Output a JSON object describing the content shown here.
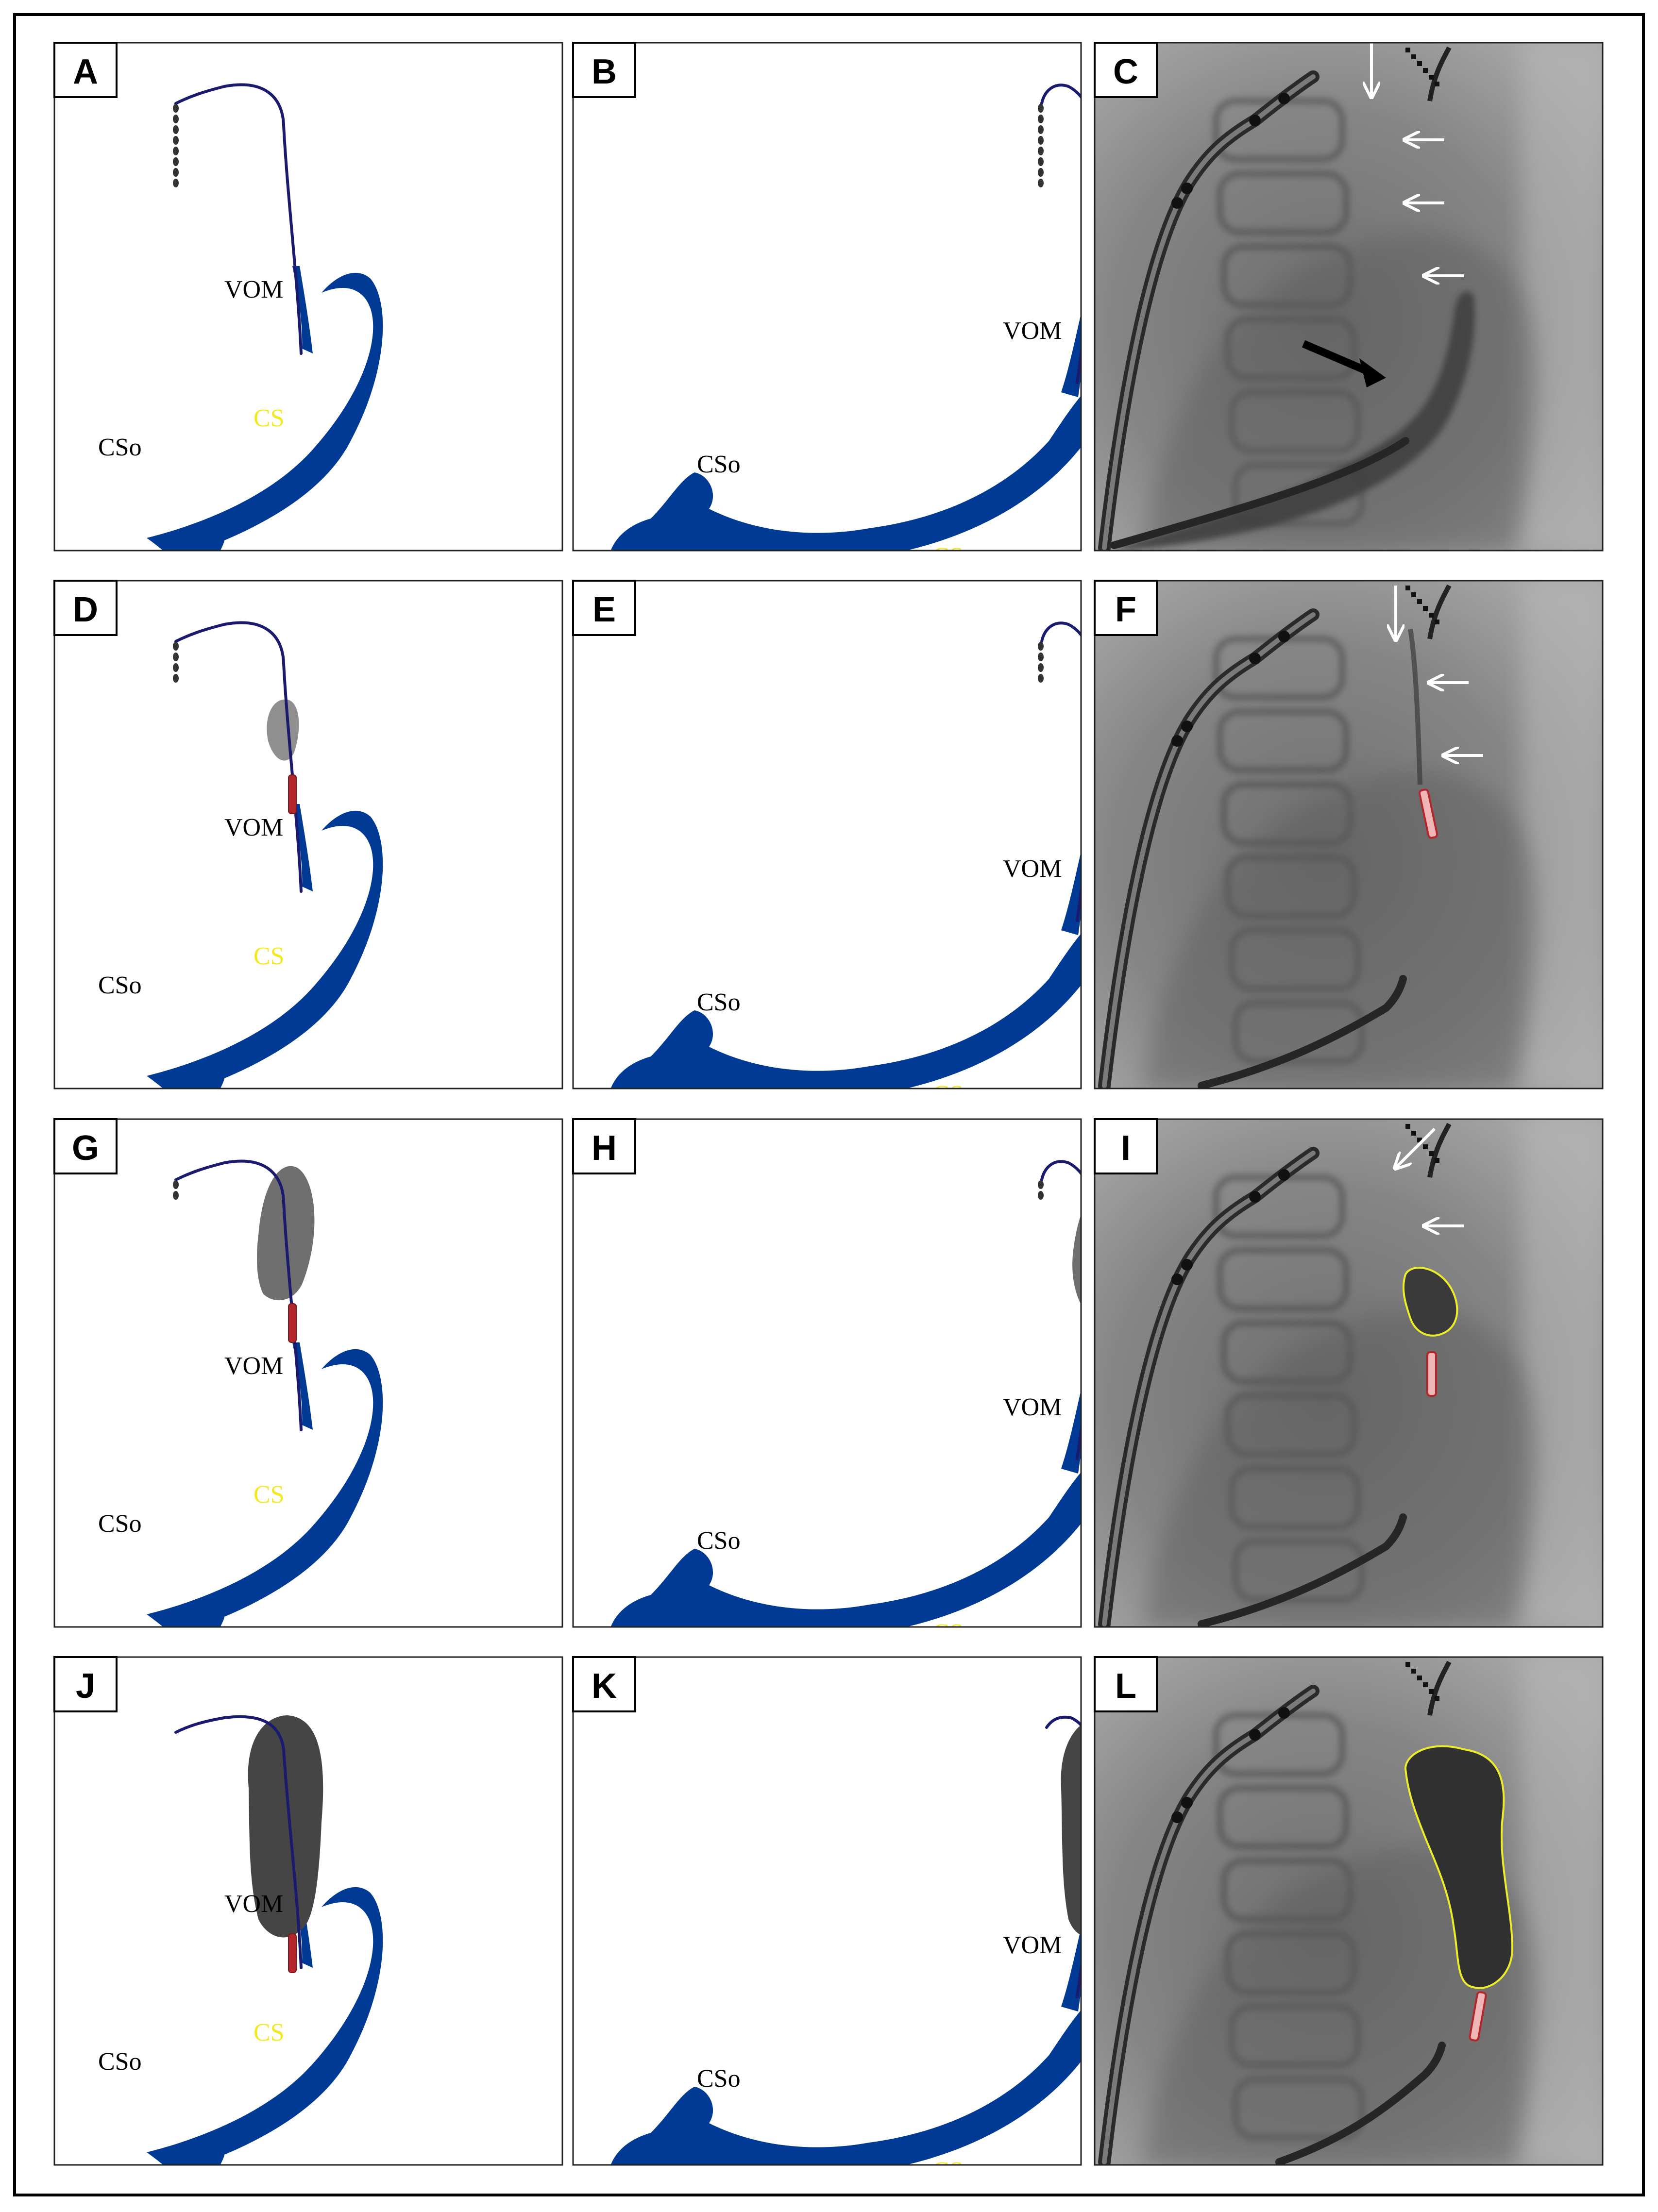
{
  "panels": [
    {
      "letter": "A",
      "kind": "diagram",
      "view": "rao",
      "stage": 0
    },
    {
      "letter": "B",
      "kind": "diagram",
      "view": "lao",
      "stage": 0
    },
    {
      "letter": "C",
      "kind": "fluoro",
      "stage": 0
    },
    {
      "letter": "D",
      "kind": "diagram",
      "view": "rao",
      "stage": 1
    },
    {
      "letter": "E",
      "kind": "diagram",
      "view": "lao",
      "stage": 1
    },
    {
      "letter": "F",
      "kind": "fluoro",
      "stage": 1
    },
    {
      "letter": "G",
      "kind": "diagram",
      "view": "rao",
      "stage": 2
    },
    {
      "letter": "H",
      "kind": "diagram",
      "view": "lao",
      "stage": 2
    },
    {
      "letter": "I",
      "kind": "fluoro",
      "stage": 2
    },
    {
      "letter": "J",
      "kind": "diagram",
      "view": "rao",
      "stage": 3
    },
    {
      "letter": "K",
      "kind": "diagram",
      "view": "lao",
      "stage": 3
    },
    {
      "letter": "L",
      "kind": "fluoro",
      "stage": 3
    }
  ],
  "labels": {
    "vom": "VOM",
    "cs": "CS",
    "cso": "CSo"
  },
  "colors": {
    "cs_fill": "#003a94",
    "vessel_line": "#1a1a6e",
    "cs_label": "#f2ea1e",
    "balloon_stage1": "#8f8f8f",
    "balloon_stage2": "#6f6f6f",
    "balloon_stage3": "#454545",
    "marker": "#b3262c",
    "outline": "#ecec2a",
    "fluoro_bg": "#8c8c8c"
  }
}
